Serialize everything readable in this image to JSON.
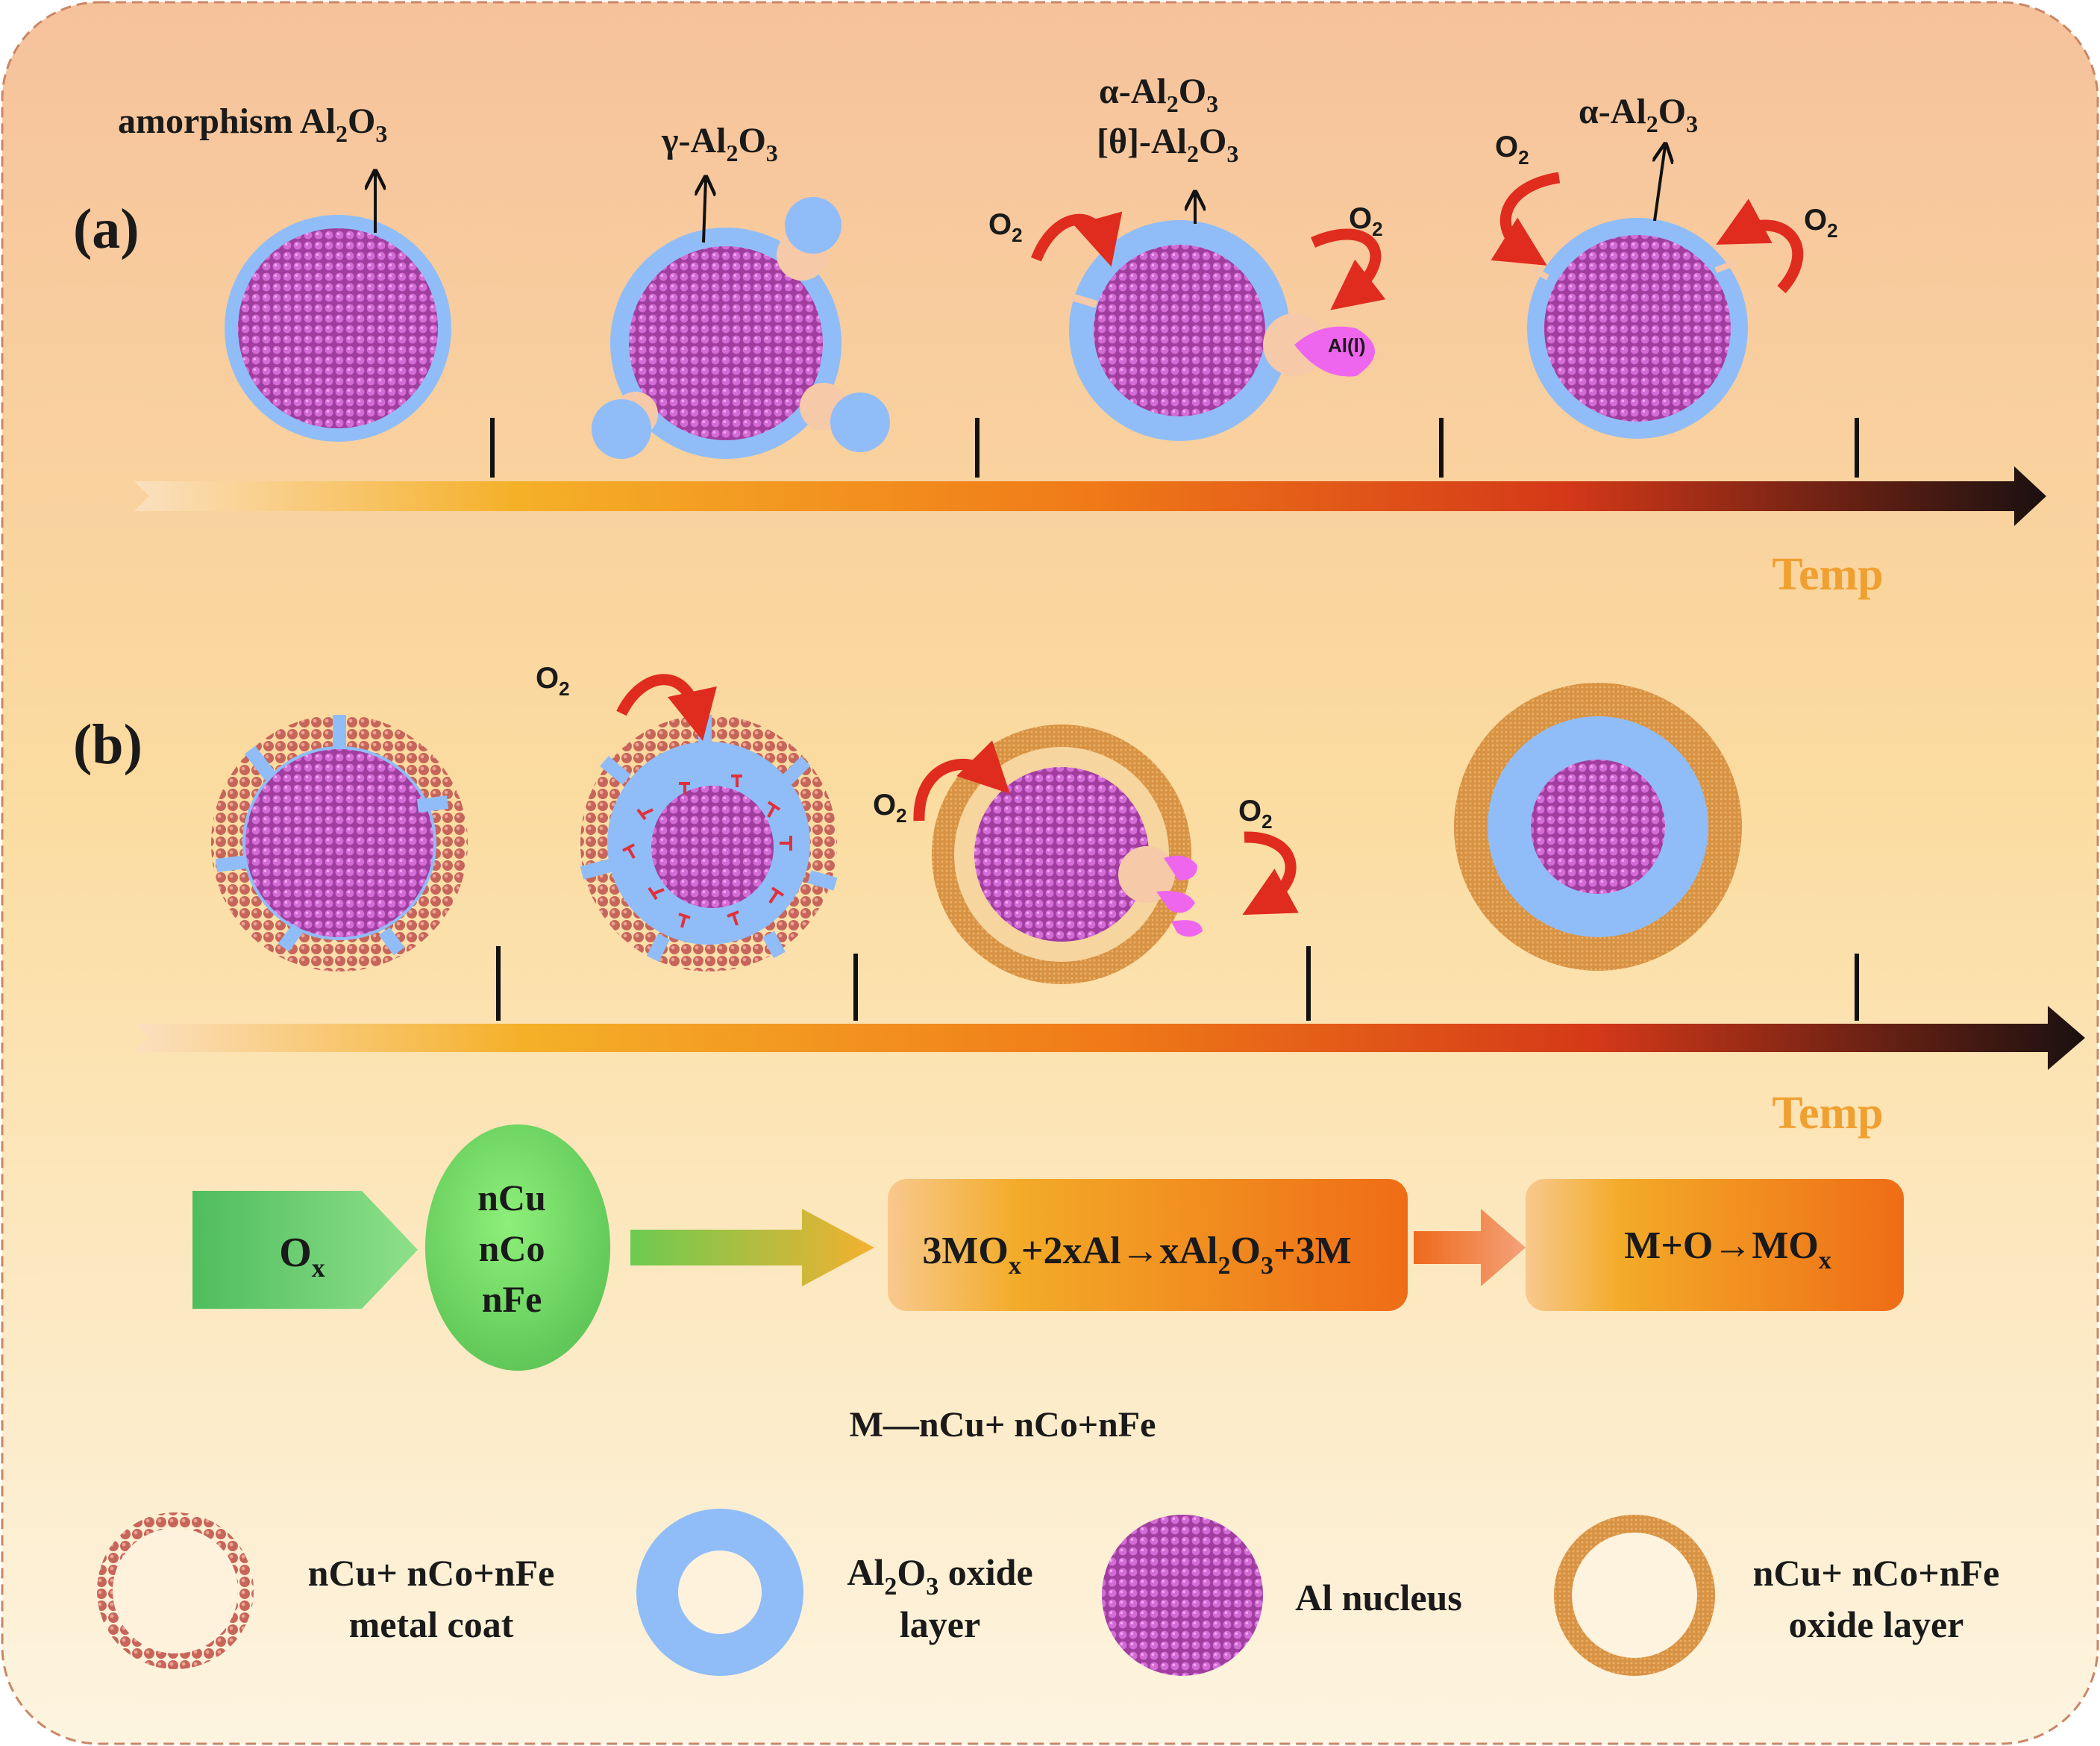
{
  "panels": {
    "a": {
      "label": "(a)"
    },
    "b": {
      "label": "(b)"
    }
  },
  "labels_a": {
    "amorphous": {
      "main": "amorphism Al",
      "sub1": "2",
      "mid": "O",
      "sub2": "3"
    },
    "gamma": {
      "main": "γ-Al",
      "sub1": "2",
      "mid": "O",
      "sub2": "3"
    },
    "alpha1": {
      "main": "α-Al",
      "sub1": "2",
      "mid": "O",
      "sub2": "3"
    },
    "theta": {
      "main": "[θ]-Al",
      "sub1": "2",
      "mid": "O",
      "sub2": "3"
    },
    "alpha2": {
      "main": "α-Al",
      "sub1": "2",
      "mid": "O",
      "sub2": "3"
    }
  },
  "o2": {
    "main": "O",
    "sub": "2"
  },
  "al_liquid": "Al(l)",
  "axis": {
    "label": "Temp"
  },
  "flow": {
    "oxidizer": {
      "main": "O",
      "sub": "x"
    },
    "metals": [
      "nCu",
      "nCo",
      "nFe"
    ],
    "reaction1": {
      "p1": "3MO",
      "s1": "x",
      "p2": "+2xAl→xAl",
      "s2": "2",
      "p3": "O",
      "s3": "3",
      "p4": "+3M"
    },
    "reaction2": {
      "p1": "M+O→MO",
      "s1": "x"
    },
    "definition": "M—nCu+ nCo+nFe"
  },
  "legend": {
    "metal_coat": {
      "line1": "nCu+ nCo+nFe",
      "line2": "metal coat"
    },
    "al2o3_layer": {
      "main": "Al",
      "sub1": "2",
      "mid": "O",
      "sub2": "3",
      "tail": " oxide",
      "line2": "layer"
    },
    "al_nucleus": "Al nucleus",
    "oxide_layer": {
      "line1": "nCu+ nCo+nFe",
      "line2": "oxide layer"
    }
  },
  "colors": {
    "background_top": "#f6c299",
    "background_bottom": "#fcf3de",
    "al2o3": "#90bdf8",
    "al_nucleus": "#a0409c",
    "al_atom": "#d868d6",
    "metal_coat": "#cd7062",
    "metal_oxide": "#dc9a46",
    "o2_arrow": "#e02b1f",
    "liquid_al": "#ee66ee",
    "flow_green": "#5fcf6a",
    "temp_text": "#f0a030"
  }
}
